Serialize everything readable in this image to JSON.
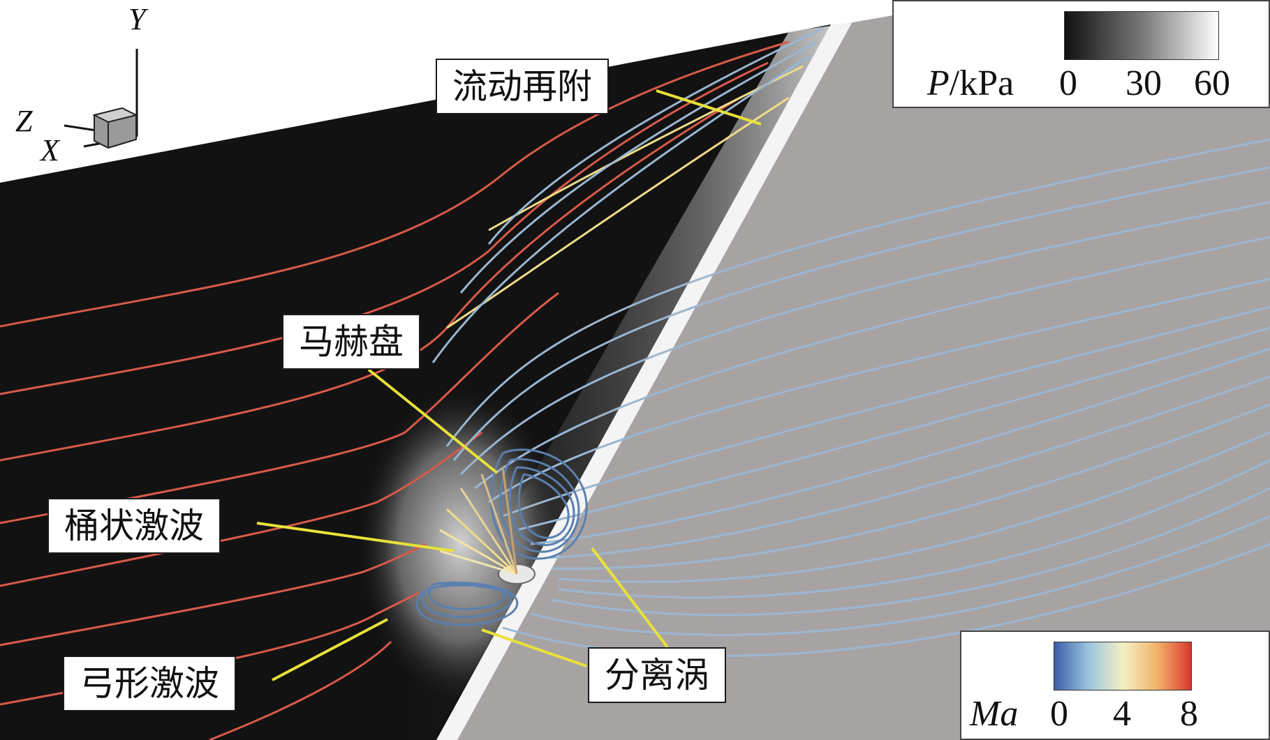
{
  "labels": {
    "reattachment": "流动再附",
    "mach_disk": "马赫盘",
    "barrel_shock": "桶状激波",
    "bow_shock": "弓形激波",
    "separation_vortex": "分离涡"
  },
  "pressure_legend": {
    "symbol": "P",
    "unit": "/kPa",
    "ticks": [
      "0",
      "30",
      "60"
    ],
    "colors": [
      "#111111",
      "#777777",
      "#ffffff"
    ]
  },
  "mach_legend": {
    "symbol": "Ma",
    "ticks": [
      "0",
      "4",
      "8"
    ],
    "colors": [
      "#3a5fa8",
      "#9cc4e0",
      "#f3f0c4",
      "#f2b46a",
      "#d9382e"
    ]
  },
  "axes": {
    "x": "X",
    "y": "Y",
    "z": "Z"
  },
  "colors": {
    "dark_region": "#121212",
    "plate_gray": "#a8a3a3",
    "streamline_blue": "#9ab7d2",
    "streamline_red": "#d95a4a",
    "callout_line": "#e8e23a"
  }
}
